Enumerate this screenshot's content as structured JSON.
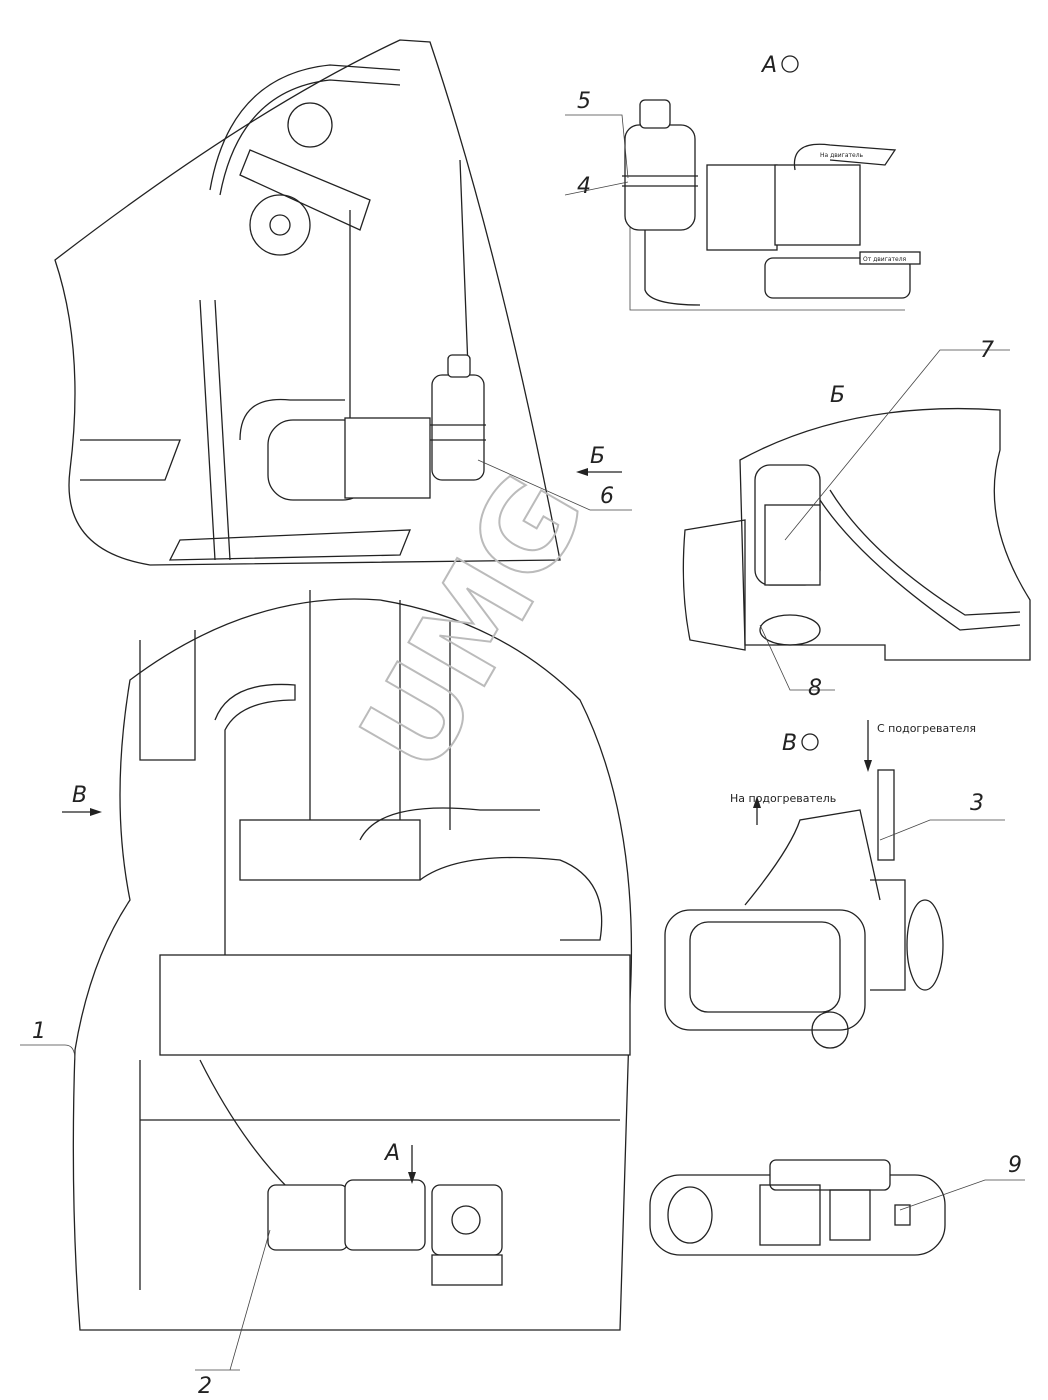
{
  "views": {
    "view_a_title": "А",
    "view_b_title": "Б",
    "view_v_title": "В",
    "arrow_b": "Б",
    "arrow_v": "В",
    "arrow_a": "А"
  },
  "callouts": [
    "1",
    "2",
    "3",
    "4",
    "5",
    "6",
    "7",
    "8",
    "9"
  ],
  "notes": {
    "to_engine": "На двигатель",
    "from_engine": "От двигателя",
    "from_heater": "С  подогревателя",
    "to_heater": "На подогреватель"
  },
  "watermark": "UMG",
  "colors": {
    "line": "#222222",
    "watermark": "#bbbbbb"
  }
}
